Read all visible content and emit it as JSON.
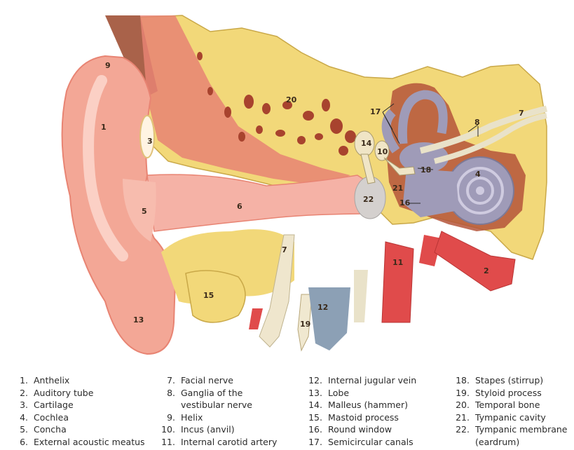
{
  "diagram": {
    "callouts": {
      "c1": "1",
      "c2": "2",
      "c3": "3",
      "c4": "4",
      "c5": "5",
      "c6": "6",
      "c7a": "7",
      "c7b": "7",
      "c8": "8",
      "c9": "9",
      "c10": "10",
      "c11": "11",
      "c12": "12",
      "c13": "13",
      "c14": "14",
      "c15": "15",
      "c16": "16",
      "c17": "17",
      "c18": "18",
      "c19": "19",
      "c20": "20",
      "c21": "21",
      "c22": "22"
    },
    "colors": {
      "skin": "#f3a796",
      "skin_dark": "#e88473",
      "bone": "#f2d879",
      "bone_dark": "#c9a848",
      "marrow": "#a8432e",
      "canal": "#f5b2a6",
      "labyrinth": "#9f9bb8",
      "artery": "#e04b4b",
      "vein": "#8ca0b5",
      "nerve": "#e9e2c9",
      "muscle": "#a9624a"
    }
  },
  "legend": {
    "col1": [
      {
        "n": "1.",
        "label": "Anthelix"
      },
      {
        "n": "2.",
        "label": "Auditory tube"
      },
      {
        "n": "3.",
        "label": "Cartilage"
      },
      {
        "n": "4.",
        "label": "Cochlea"
      },
      {
        "n": "5.",
        "label": "Concha"
      },
      {
        "n": "6.",
        "label": "External acoustic meatus"
      }
    ],
    "col2": [
      {
        "n": "7.",
        "label": "Facial nerve"
      },
      {
        "n": "8.",
        "label": "Ganglia of the vestibular nerve"
      },
      {
        "n": "9.",
        "label": "Helix"
      },
      {
        "n": "10.",
        "label": "Incus (anvil)"
      },
      {
        "n": "11.",
        "label": "Internal carotid artery"
      }
    ],
    "col3": [
      {
        "n": "12.",
        "label": "Internal jugular vein"
      },
      {
        "n": "13.",
        "label": "Lobe"
      },
      {
        "n": "14.",
        "label": "Malleus (hammer)"
      },
      {
        "n": "15.",
        "label": "Mastoid process"
      },
      {
        "n": "16.",
        "label": "Round window"
      },
      {
        "n": "17.",
        "label": "Semicircular canals"
      }
    ],
    "col4": [
      {
        "n": "18.",
        "label": "Stapes (stirrup)"
      },
      {
        "n": "19.",
        "label": "Styloid process"
      },
      {
        "n": "20.",
        "label": "Temporal bone"
      },
      {
        "n": "21.",
        "label": "Tympanic cavity"
      },
      {
        "n": "22.",
        "label": "Tympanic membrane (eardrum)"
      }
    ]
  }
}
